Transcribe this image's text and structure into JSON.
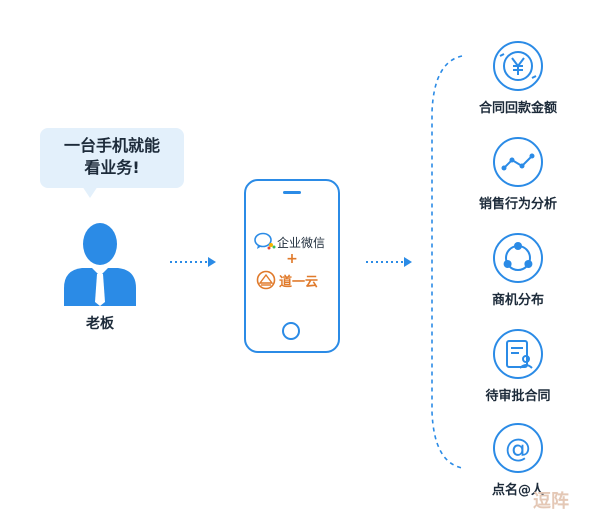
{
  "speech_bubble": {
    "line1": "一台手机就能",
    "line2": "看业务!"
  },
  "boss": {
    "label": "老板"
  },
  "phone": {
    "app1": "企业微信",
    "plus": "+",
    "app2": "道一云"
  },
  "features": [
    {
      "label": "合同回款金额",
      "icon": "yen-icon"
    },
    {
      "label": "销售行为分析",
      "icon": "line-trend-icon"
    },
    {
      "label": "商机分布",
      "icon": "cycle-nodes-icon"
    },
    {
      "label": "待审批合同",
      "icon": "document-user-icon"
    },
    {
      "label": "点名@人",
      "icon": "at-icon"
    }
  ],
  "watermark": "逗阵",
  "colors": {
    "primary": "#2b8be6",
    "accent": "#e07a2b",
    "bubble": "#e3f0fb",
    "text": "#1d2b3a"
  }
}
